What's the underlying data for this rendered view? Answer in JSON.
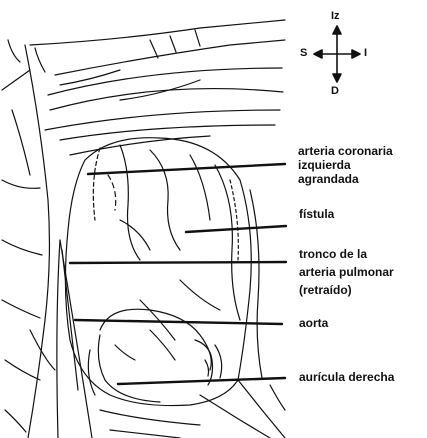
{
  "orientation": {
    "up": "Iz",
    "left": "S",
    "right": "I",
    "down": "D",
    "icon": "compass-arrows-icon"
  },
  "labels": [
    {
      "id": "coronaria",
      "lines": [
        "arteria coronaria",
        "izquierda",
        "agrandada"
      ]
    },
    {
      "id": "fistula",
      "lines": [
        "fístula"
      ]
    },
    {
      "id": "tronco",
      "lines": [
        "tronco de la",
        "arteria pulmonar",
        "(retraído)"
      ]
    },
    {
      "id": "aorta",
      "lines": [
        "aorta"
      ]
    },
    {
      "id": "auricula",
      "lines": [
        "aurícula derecha"
      ]
    }
  ],
  "colors": {
    "ink": "#111111",
    "background": "#ffffff"
  }
}
